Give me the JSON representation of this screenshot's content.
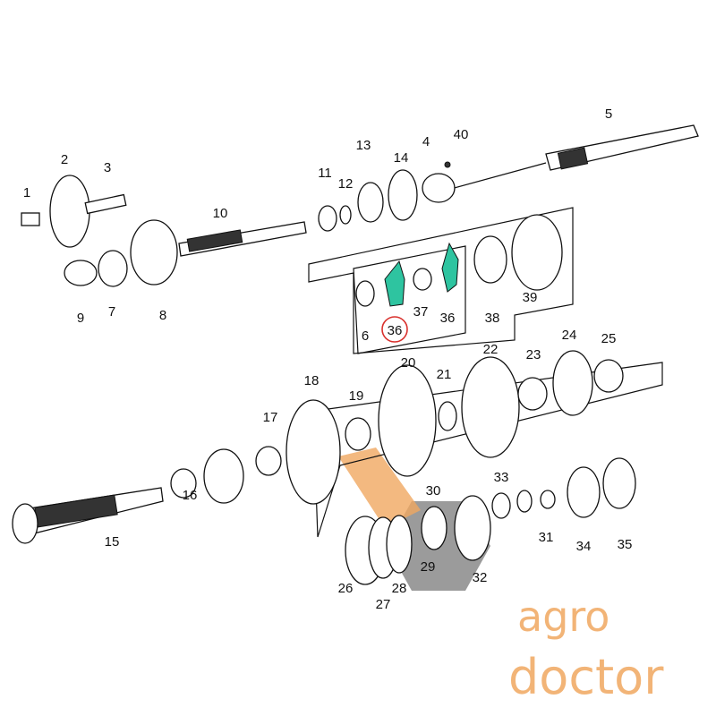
{
  "diagram": {
    "labels": [
      "1",
      "2",
      "3",
      "4",
      "5",
      "6",
      "7",
      "8",
      "9",
      "10",
      "11",
      "12",
      "13",
      "14",
      "36",
      "37",
      "36",
      "38",
      "39",
      "40",
      "18",
      "19",
      "20",
      "21",
      "22",
      "23",
      "24",
      "25",
      "17",
      "16",
      "15",
      "26",
      "27",
      "28",
      "29",
      "30",
      "32",
      "33",
      "31",
      "34",
      "35"
    ],
    "highlighted_part": "36",
    "highlight_color": "#2ec4a0",
    "circle_color": "#d9302c"
  },
  "watermark": {
    "line1": "agro",
    "line2": "doctor",
    "color": "#f0a860",
    "icon_color": "#8a8a8a"
  }
}
